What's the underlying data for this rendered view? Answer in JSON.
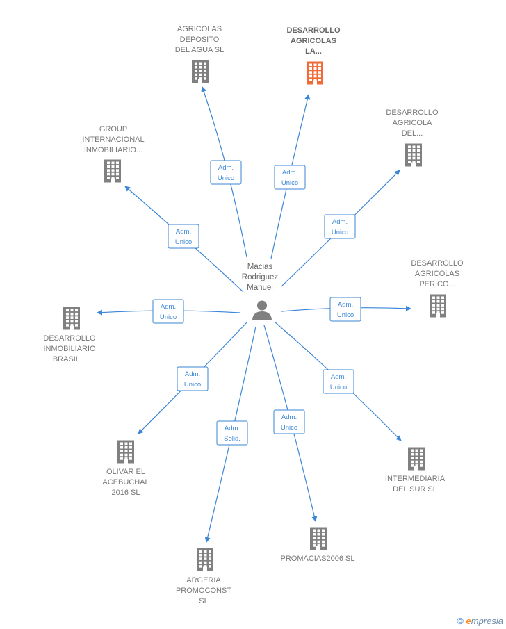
{
  "center": {
    "name_lines": [
      "Macias",
      "Rodriguez",
      "Manuel"
    ],
    "icon": "person-icon"
  },
  "nodes": [
    {
      "id": "agricolas-deposito",
      "lines": [
        "AGRICOLAS",
        "DEPOSITO",
        "DEL AGUA SL"
      ],
      "role": [
        "Adm.",
        "Unico"
      ],
      "highlight": false
    },
    {
      "id": "desarrollo-agricolas-la",
      "lines": [
        "DESARROLLO",
        "AGRICOLAS",
        "LA..."
      ],
      "role": [
        "Adm.",
        "Unico"
      ],
      "highlight": true
    },
    {
      "id": "desarrollo-agricola-del",
      "lines": [
        "DESARROLLO",
        "AGRICOLA",
        "DEL..."
      ],
      "role": [
        "Adm.",
        "Unico"
      ],
      "highlight": false
    },
    {
      "id": "desarrollo-agricolas-perico",
      "lines": [
        "DESARROLLO",
        "AGRICOLAS",
        "PERICO..."
      ],
      "role": [
        "Adm.",
        "Unico"
      ],
      "highlight": false
    },
    {
      "id": "intermediaria-del-sur",
      "lines": [
        "INTERMEDIARIA",
        "DEL SUR SL"
      ],
      "role": [
        "Adm.",
        "Unico"
      ],
      "highlight": false
    },
    {
      "id": "promacias2006",
      "lines": [
        "PROMACIAS2006 SL"
      ],
      "role": [
        "Adm.",
        "Unico"
      ],
      "highlight": false
    },
    {
      "id": "argeria-promoconst",
      "lines": [
        "ARGERIA",
        "PROMOCONST",
        "SL"
      ],
      "role": [
        "Adm.",
        "Solid."
      ],
      "highlight": false
    },
    {
      "id": "olivar-el-acebuchal",
      "lines": [
        "OLIVAR EL",
        "ACEBUCHAL",
        "2016  SL"
      ],
      "role": [
        "Adm.",
        "Unico"
      ],
      "highlight": false
    },
    {
      "id": "desarrollo-inmobiliario-brasil",
      "lines": [
        "DESARROLLO",
        "INMOBILIARIO",
        "BRASIL..."
      ],
      "role": [
        "Adm.",
        "Unico"
      ],
      "highlight": false
    },
    {
      "id": "group-internacional",
      "lines": [
        "GROUP",
        "INTERNACIONAL",
        "INMOBILIARIO..."
      ],
      "role": [
        "Adm.",
        "Unico"
      ],
      "highlight": false
    }
  ],
  "colors": {
    "edge": "#3b86d6",
    "building": "#808080",
    "building_highlight": "#f26a35",
    "person": "#808080"
  },
  "footer": {
    "copyright": "©",
    "brand_initial": "e",
    "brand_rest": "mpresia"
  }
}
